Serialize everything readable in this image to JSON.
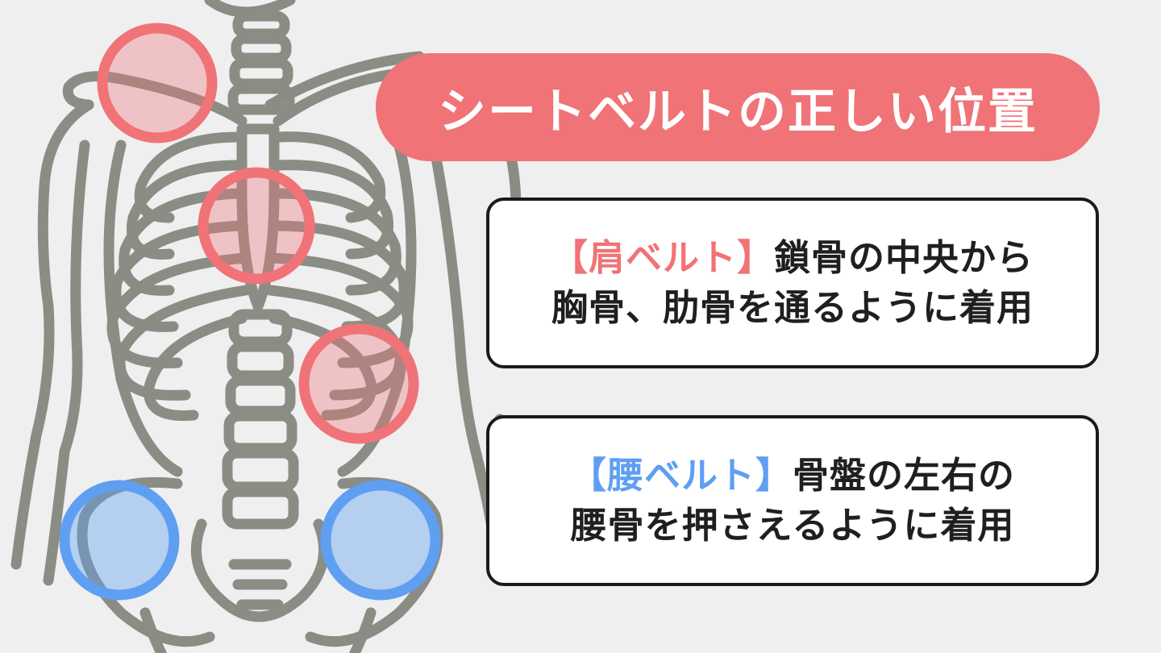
{
  "title": "シートベルトの正しい位置",
  "shoulder_belt": {
    "tag": "【肩ベルト】",
    "line1": "鎖骨の中央から",
    "line2": "胸骨、肋骨を通るように着用"
  },
  "lap_belt": {
    "tag": "【腰ベルト】",
    "line1": "骨盤の左右の",
    "line2": "腰骨を押さえるように着用"
  },
  "colors": {
    "title_bg": "#f07377",
    "shoulder_marker": "#f07377",
    "lap_marker": "#5f9ff2",
    "skeleton_line": "#8a8d84",
    "background": "#efefef"
  },
  "icons": [
    "skeleton-illustration",
    "shoulder-marker",
    "lap-marker"
  ]
}
